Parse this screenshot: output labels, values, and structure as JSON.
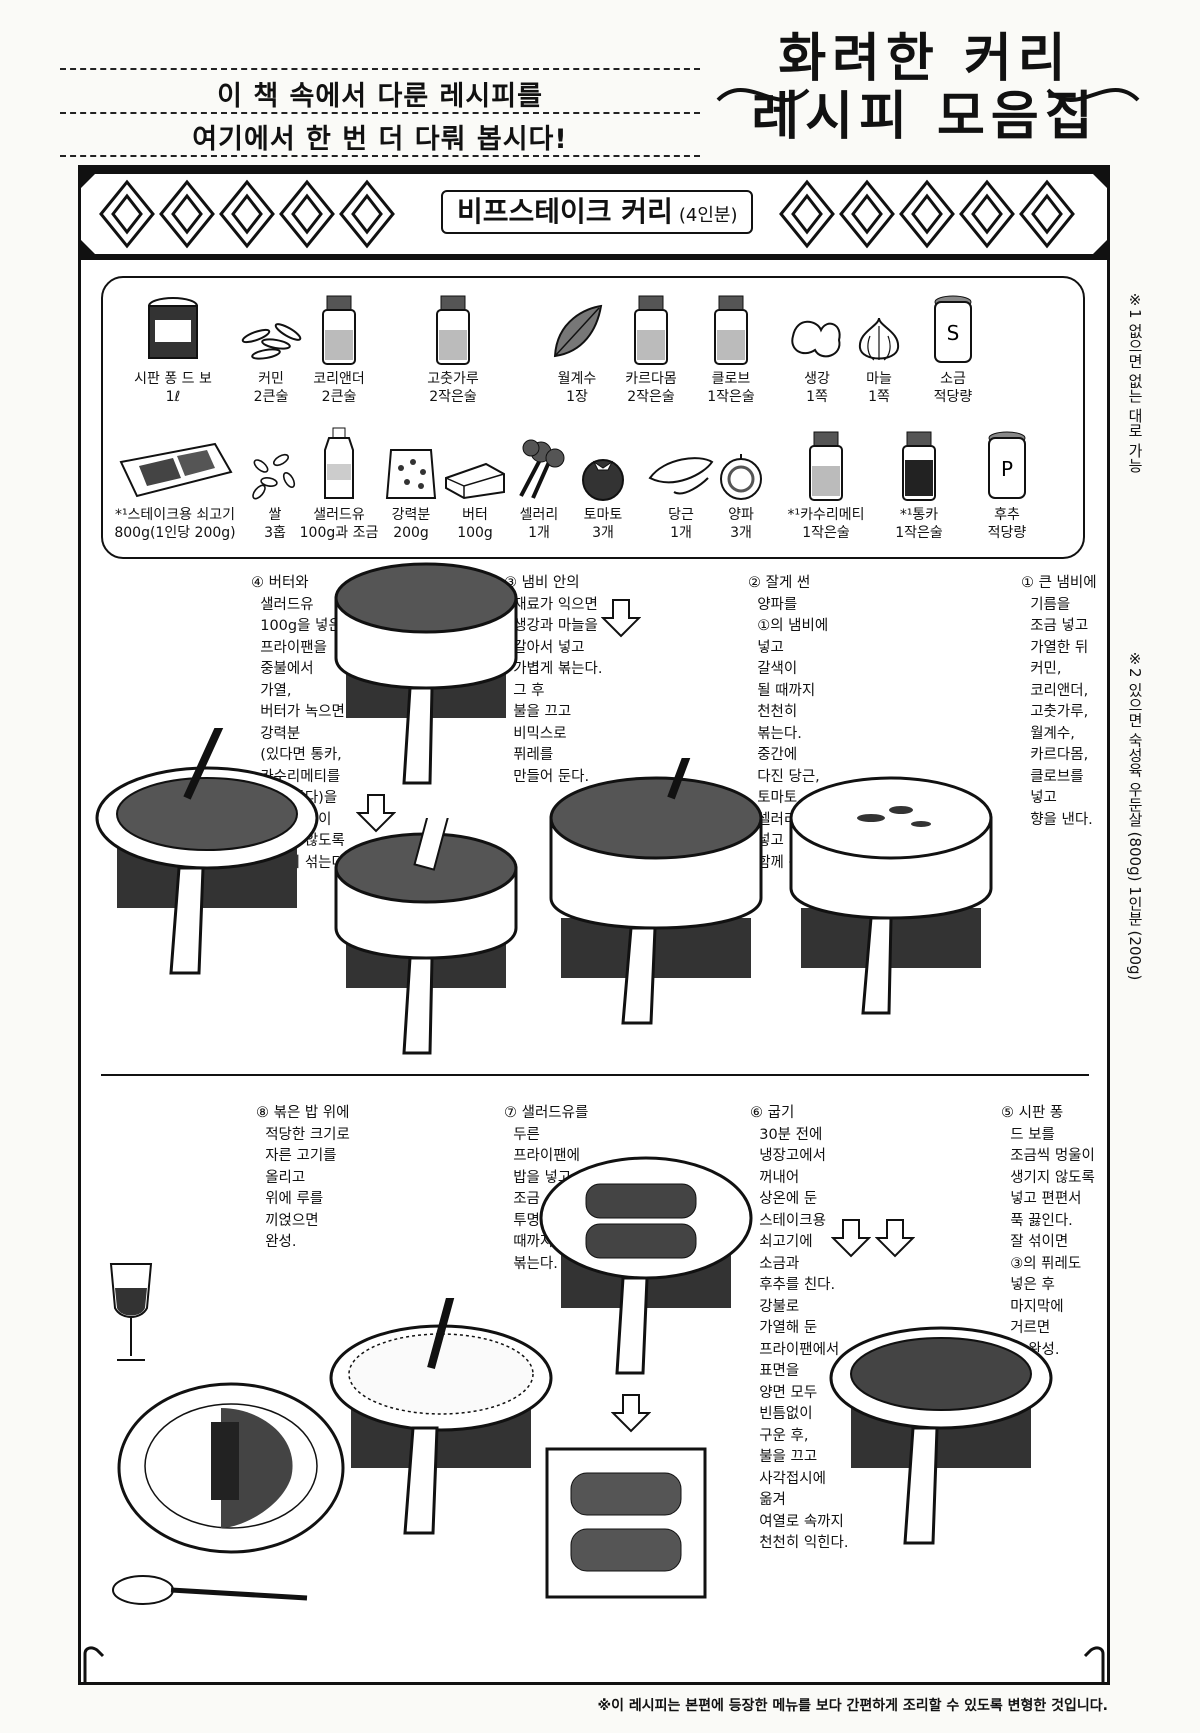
{
  "header": {
    "intro_line1": "이 책 속에서 다룬 레시피를",
    "intro_line2": "여기에서 한 번 더 다뤄 봅시다!",
    "title_line1": "화려한 커리",
    "title_line2": "레시피 모음집"
  },
  "recipe": {
    "name": "비프스테이크 커리",
    "servings": "(4인분)"
  },
  "ingredients_row1": [
    {
      "name": "시판 퐁 드 보",
      "qty": "1ℓ",
      "icon": "can-icon"
    },
    {
      "name": "커민",
      "qty": "2큰술",
      "icon": "seeds-icon"
    },
    {
      "name": "코리앤더",
      "qty": "2큰술",
      "icon": "spice-jar-icon"
    },
    {
      "name": "고춧가루",
      "qty": "2작은술",
      "icon": "spice-jar-icon"
    },
    {
      "name": "월계수",
      "qty": "1장",
      "icon": "bay-leaf-icon"
    },
    {
      "name": "카르다몸",
      "qty": "2작은술",
      "icon": "spice-jar-icon"
    },
    {
      "name": "클로브",
      "qty": "1작은술",
      "icon": "spice-jar-icon"
    },
    {
      "name": "생강",
      "qty": "1쪽",
      "icon": "ginger-icon"
    },
    {
      "name": "마늘",
      "qty": "1쪽",
      "icon": "garlic-icon"
    },
    {
      "name": "소금",
      "qty": "적당량",
      "icon": "salt-shaker-icon"
    }
  ],
  "ingredients_row2": [
    {
      "name": "*¹스테이크용 쇠고기",
      "qty": "800g(1인당 200g)",
      "icon": "meat-tray-icon"
    },
    {
      "name": "쌀",
      "qty": "3홉",
      "icon": "rice-icon"
    },
    {
      "name": "샐러드유",
      "qty": "100g과 조금",
      "icon": "oil-bottle-icon"
    },
    {
      "name": "강력분",
      "qty": "200g",
      "icon": "flour-bag-icon"
    },
    {
      "name": "버터",
      "qty": "100g",
      "icon": "butter-icon"
    },
    {
      "name": "셀러리",
      "qty": "1개",
      "icon": "celery-icon"
    },
    {
      "name": "토마토",
      "qty": "3개",
      "icon": "tomato-icon"
    },
    {
      "name": "당근",
      "qty": "1개",
      "icon": "carrot-icon"
    },
    {
      "name": "양파",
      "qty": "3개",
      "icon": "onion-icon"
    },
    {
      "name": "*¹카수리메티",
      "qty": "1작은술",
      "icon": "spice-jar-icon"
    },
    {
      "name": "*¹통카",
      "qty": "1작은술",
      "icon": "spice-jar-dark-icon"
    },
    {
      "name": "후추",
      "qty": "적당량",
      "icon": "pepper-shaker-icon"
    }
  ],
  "steps": {
    "s1": "① 큰 냄비에\n  기름을\n  조금 넣고\n  가열한 뒤\n  커민,\n  코리앤더,\n  고춧가루,\n  월계수,\n  카르다몸,\n  클로브를\n  넣고\n  향을 낸다.",
    "s2": "② 잘게 썬\n  양파를\n  ①의 냄비에\n  넣고\n  갈색이\n  될 때까지\n  천천히\n  볶는다.\n  중간에\n  다진 당근,\n  토마토,\n  셀러리도\n  넣고\n  함께 볶는다.",
    "s3": "③ 냄비 안의\n  재료가 익으면\n  생강과 마늘을\n  갈아서 넣고\n  가볍게 볶는다.\n  그 후\n  불을 끄고\n  비믹스로\n  퓌레를\n  만들어 둔다.",
    "s4": "④ 버터와\n  샐러드유\n  100g을 넣은\n  프라이팬을\n  중불에서\n  가열,\n  버터가 녹으면\n  강력분\n  (있다면 통카,\n  카수리메티를\n  섞어 둔다)을\n  넣고 멍울이\n  생기지 않도록\n  재빨리 섞는다.",
    "s5": "⑤ 시판 퐁\n  드 보를\n  조금씩 멍울이\n  생기지 않도록\n  넣고 편편서\n  푹 끓인다.\n  잘 섞이면\n  ③의 퓌레도\n  넣은 후\n  마지막에\n  거르면\n  루 완성.",
    "s6": "⑥ 굽기\n  30분 전에\n  냉장고에서\n  꺼내어\n  상온에 둔\n  스테이크용\n  쇠고기에\n  소금과\n  후추를 친다.\n  강불로\n  가열해 둔\n  프라이팬에서\n  표면을\n  양면 모두\n  빈틈없이\n  구운 후,\n  불을 끄고\n  사각접시에\n  옮겨\n  여열로 속까지\n  천천히 익힌다.",
    "s7": "⑦ 샐러드유를\n  두른\n  프라이팬에\n  밥을 넣고\n  조금\n  투명해질\n  때까지\n  볶는다.",
    "s8": "⑧ 볶은 밥 위에\n  적당한 크기로\n  자른 고기를\n  올리고\n  위에 루를\n  끼얹으면\n  완성."
  },
  "side_notes": {
    "n1": "※1 없으면 없는 대로 가능",
    "n2": "※2 있으면 숙성육 우둔살 (800g) 1인분 (200g)"
  },
  "footer_note": "※이 레시피는 본편에 등장한 메뉴를 보다 간편하게 조리할 수 있도록 변형한 것입니다."
}
